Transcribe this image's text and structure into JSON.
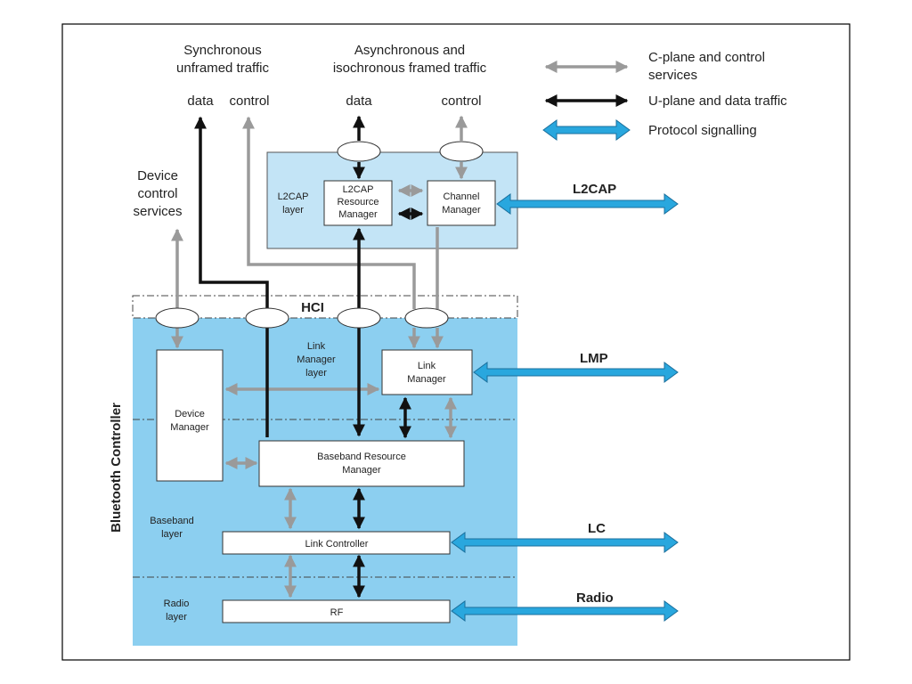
{
  "legend": {
    "items": [
      {
        "text_lines": [
          "C-plane and control",
          "services"
        ]
      },
      {
        "text_lines": [
          "U-plane and data traffic"
        ]
      },
      {
        "text_lines": [
          "Protocol signalling"
        ]
      }
    ]
  },
  "top": {
    "sync_title": [
      "Synchronous",
      "unframed traffic"
    ],
    "async_title": [
      "Asynchronous and",
      "isochronous framed traffic"
    ],
    "sync_data": "data",
    "sync_control": "control",
    "async_data": "data",
    "async_control": "control",
    "device_control": [
      "Device",
      "control",
      "services"
    ]
  },
  "l2cap": {
    "layer_label": [
      "L2CAP",
      "layer"
    ],
    "resource_manager": [
      "L2CAP",
      "Resource",
      "Manager"
    ],
    "channel_manager": [
      "Channel",
      "Manager"
    ],
    "protocol_label": "L2CAP"
  },
  "hci": {
    "label": "HCI"
  },
  "controller": {
    "title": "Bluetooth Controller",
    "link_manager_layer": [
      "Link",
      "Manager",
      "layer"
    ],
    "link_manager": [
      "Link",
      "Manager"
    ],
    "device_manager": [
      "Device",
      "Manager"
    ],
    "baseband_resource_manager": [
      "Baseband Resource",
      "Manager"
    ],
    "baseband_layer": [
      "Baseband",
      "layer"
    ],
    "link_controller": "Link Controller",
    "radio_layer": [
      "Radio",
      "layer"
    ],
    "rf": "RF"
  },
  "protocols": {
    "lmp": "LMP",
    "lc": "LC",
    "radio": "Radio"
  },
  "colors": {
    "controller_fill": "#8ccff0",
    "l2cap_fill": "#c3e4f6",
    "gray_arrow": "#9a9a9a",
    "black_arrow": "#111111",
    "blue_arrow": "#29a7de",
    "blue_arrow_stroke": "#1a6f9c"
  }
}
